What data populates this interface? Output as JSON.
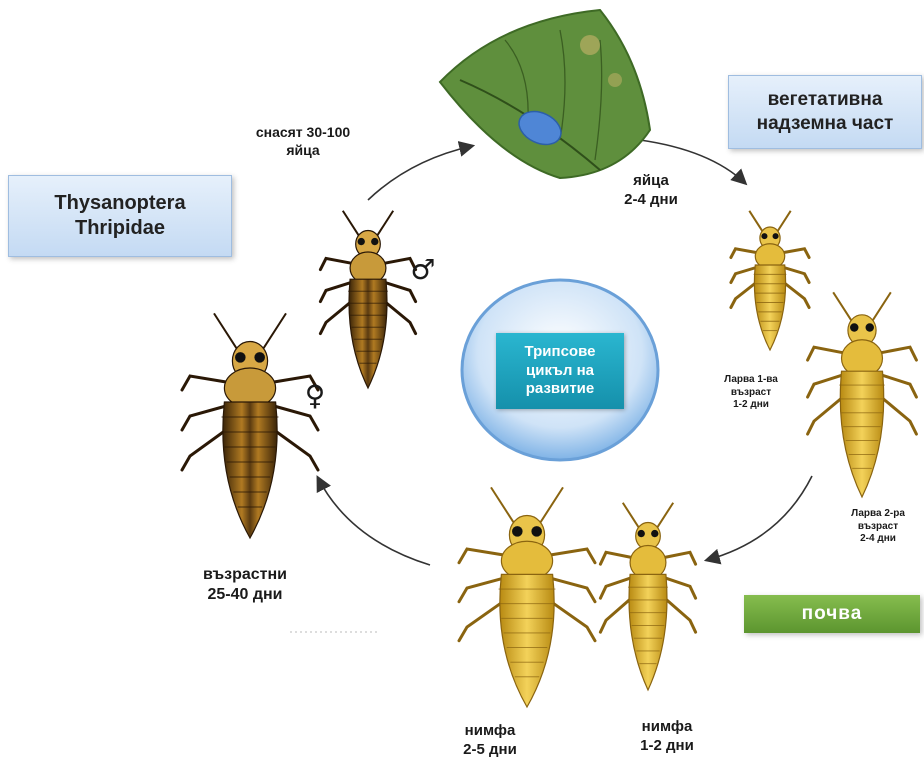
{
  "taxon": {
    "line1": "Thysanoptera",
    "line2": "Thripidae"
  },
  "zone_above": {
    "line1": "вегетативна",
    "line2": "надземна част"
  },
  "zone_soil": {
    "label": "почва"
  },
  "center": {
    "line1": "Трипсове",
    "line2": "цикъл на",
    "line3": "развитие"
  },
  "eggs_laid": {
    "line1": "снасят 30-100",
    "line2": "яйца"
  },
  "stages": {
    "eggs": {
      "name": "яйца",
      "duration": "2-4 дни"
    },
    "larva1": {
      "name": "Ларва 1-ва",
      "sub": "възраст",
      "duration": "1-2 дни"
    },
    "larva2": {
      "name": "Ларва 2-ра",
      "sub": "възраст",
      "duration": "2-4 дни"
    },
    "nymph1": {
      "name": "нимфа",
      "duration": "1-2 дни"
    },
    "nymph2": {
      "name": "нимфа",
      "duration": "2-5 дни"
    },
    "adults": {
      "name": "възрастни",
      "duration": "25-40 дни"
    }
  },
  "symbols": {
    "male": "♂",
    "female": "♀"
  },
  "colors": {
    "leaf": "#5a8a3a",
    "egg": "#4f86d6",
    "larva": "#e2b52e",
    "adult": "#5a3a10",
    "soil_box": "#6aa33a",
    "center_box": "#1aa3be"
  }
}
